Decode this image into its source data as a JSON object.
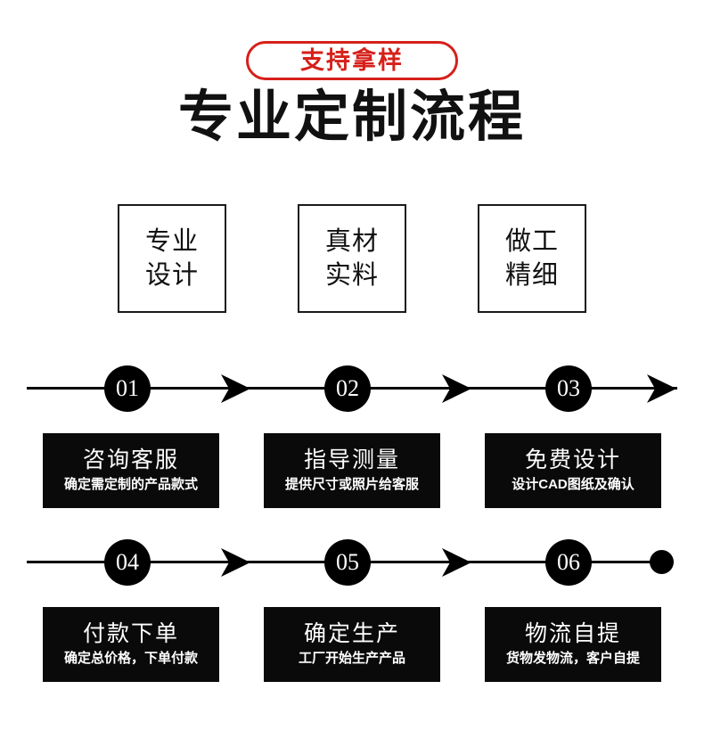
{
  "badge": {
    "label": "支持拿样",
    "color": "#d6201a"
  },
  "title": "专业定制流程",
  "features": [
    {
      "line1": "专业",
      "line2": "设计"
    },
    {
      "line1": "真材",
      "line2": "实料"
    },
    {
      "line1": "做工",
      "line2": "精细"
    }
  ],
  "timeline": {
    "rows": [
      {
        "steps": [
          {
            "number": "01"
          },
          {
            "number": "02"
          },
          {
            "number": "03"
          }
        ],
        "end_marker": "arrow"
      },
      {
        "steps": [
          {
            "number": "04"
          },
          {
            "number": "05"
          },
          {
            "number": "06"
          }
        ],
        "end_marker": "dot"
      }
    ]
  },
  "cards": {
    "row1": [
      {
        "title": "咨询客服",
        "sub": "确定需定制的产品款式"
      },
      {
        "title": "指导测量",
        "sub": "提供尺寸或照片给客服"
      },
      {
        "title": "免费设计",
        "sub": "设计CAD图纸及确认"
      }
    ],
    "row2": [
      {
        "title": "付款下单",
        "sub": "确定总价格，下单付款"
      },
      {
        "title": "确定生产",
        "sub": "工厂开始生产产品"
      },
      {
        "title": "物流自提",
        "sub": "货物发物流，客户自提"
      }
    ]
  },
  "colors": {
    "accent": "#d6201a",
    "ink": "#000000",
    "card_bg": "#0a0a0a",
    "page_bg": "#ffffff"
  }
}
